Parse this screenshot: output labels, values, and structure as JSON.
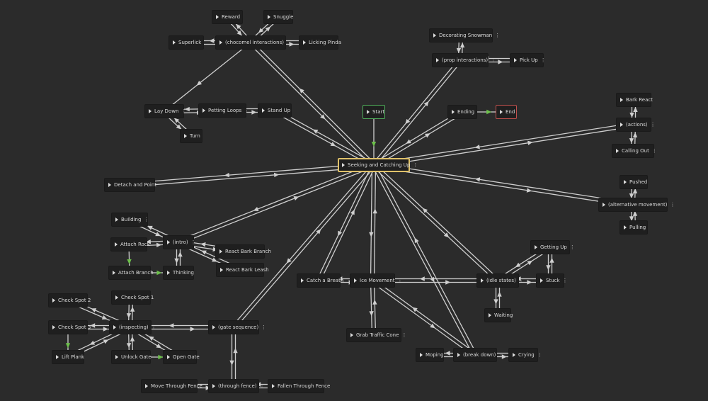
{
  "colors": {
    "background": "#2b2b2b",
    "node_fill": "#1f1f1f",
    "edge": "#cfcfcf",
    "start_border": "#4fae5a",
    "end_border": "#c0504d",
    "selected_border": "#e0c26a",
    "active_arrow": "#6cc04a"
  },
  "icons": {
    "node_play": "play-triangle-icon",
    "node_menu": "kebab-menu-icon"
  },
  "nodes": {
    "reward": "Reward",
    "snuggle": "Snuggle",
    "superlick": "Superlick",
    "chocomel": "(chocomel interactions)",
    "licking": "Licking Pinda",
    "decorating": "Decorating Snowman",
    "prop": "(prop interactions)",
    "pickup": "Pick Up",
    "laydown": "Lay Down",
    "petting": "Petting Loops",
    "standup": "Stand Up",
    "turn": "Turn",
    "start": "Start",
    "ending": "Ending",
    "end": "End",
    "barkreact": "Bark React",
    "actions": "(actions)",
    "callingout": "Calling Out",
    "seeking": "Seeking and Catching Up",
    "detach": "Detach and Point",
    "pushed": "Pushed",
    "altmove": "(alternative movement)",
    "pulling": "Pulling",
    "building": "Building",
    "intro": "(intro)",
    "attachrock": "Attach Rock",
    "reactbranch": "React Bark Branch",
    "attachbranch": "Attach Branch",
    "thinking": "Thinking",
    "reactleash": "React Bark Leash",
    "gettingup": "Getting Up",
    "catchbreath": "Catch a Breath",
    "icemove": "Ice Movement",
    "idle": "(idle states)",
    "stuck": "Stuck",
    "checkspot2": "Check Spot 2",
    "checkspot1": "Check Spot 1",
    "waiting": "Waiting",
    "checkspot3": "Check Spot 3",
    "inspecting": "(inspecting)",
    "gateseq": "(gate sequence)",
    "grabcone": "Grab Traffic Cone",
    "liftplank": "Lift Plank",
    "unlockgate": "Unlock Gate",
    "opengate": "Open Gate",
    "moping": "Moping",
    "breakdown": "(break down)",
    "crying": "Crying",
    "movefence": "Move Through Fence",
    "throughfence": "(through fence)",
    "fallenfence": "Fallen Through Fence"
  }
}
